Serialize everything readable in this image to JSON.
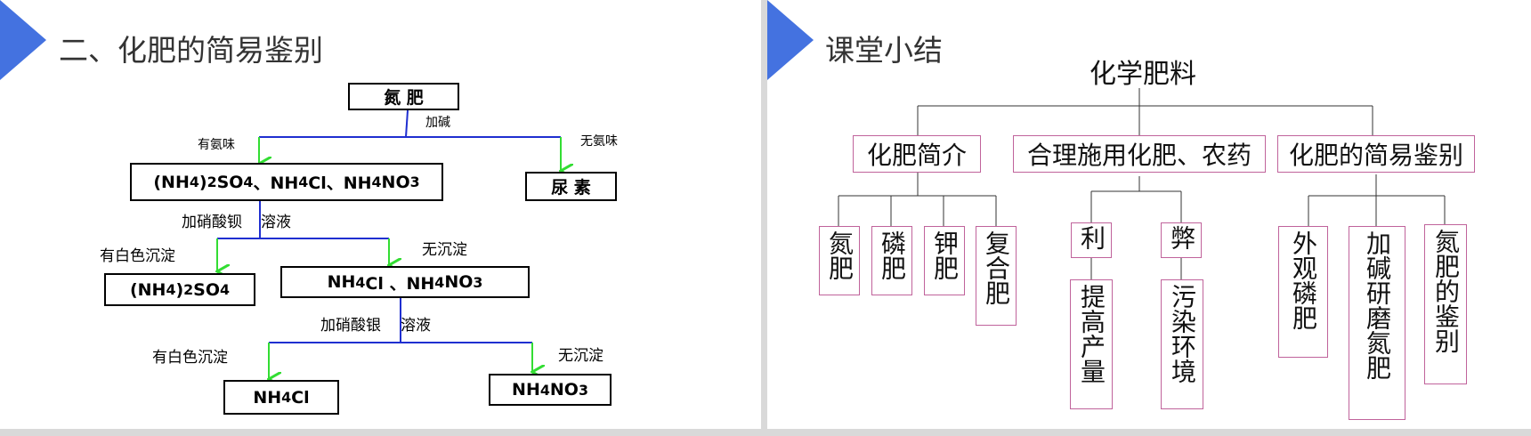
{
  "left": {
    "title": "二、化肥的简易鉴别",
    "top_box": "氮  肥",
    "add_base": "加碱",
    "has_ammonia": "有氨味",
    "no_ammonia": "无氨味",
    "mix_box": {
      "a": "(NH",
      "a_sub": "4",
      "b": ")",
      "b_sub": "2",
      "c": "SO",
      "c_sub": "4",
      "d": "、NH",
      "d_sub": "4",
      "e": "Cl、NH",
      "e_sub": "4",
      "f": "NO",
      "f_sub": "3"
    },
    "urea_box": "尿 素",
    "add_ba_a": "加硝酸钡",
    "add_ba_b": "溶液",
    "white_ppt_1": "有白色沉淀",
    "no_ppt_1": "无沉淀",
    "sulfate_box": {
      "a": "(NH",
      "a_sub": "4",
      "b": ")",
      "b_sub": "2",
      "c": "SO",
      "c_sub": "4"
    },
    "cl_no3_box": {
      "a": "NH",
      "a_sub": "4",
      "b": "Cl 、NH",
      "b_sub": "4",
      "c": "NO",
      "c_sub": "3"
    },
    "add_ag_a": "加硝酸银",
    "add_ag_b": "溶液",
    "white_ppt_2": "有白色沉淀",
    "no_ppt_2": "无沉淀",
    "chloride_box": {
      "a": "NH",
      "a_sub": "4",
      "b": "Cl"
    },
    "nitrate_box": {
      "a": "NH",
      "a_sub": "4",
      "b": "NO",
      "b_sub": "3"
    }
  },
  "right": {
    "title": "课堂小结",
    "root": "化学肥料",
    "branches": [
      "化肥简介",
      "合理施用化肥、农药",
      "化肥的简易鉴别"
    ],
    "intro_leaves": [
      "氮肥",
      "磷肥",
      "钾肥",
      "复合肥"
    ],
    "use_leaves": [
      "利",
      "弊"
    ],
    "pros": "提高产量",
    "cons": "污染环境",
    "ident_leaves": [
      "外观磷肥",
      "加碱研磨氮肥",
      "氮肥的鉴别"
    ]
  },
  "colors": {
    "accent": "#4472e0",
    "blue_line": "#1f2fd0",
    "green_arrow": "#33dd33",
    "pink_border": "#c0639b"
  }
}
